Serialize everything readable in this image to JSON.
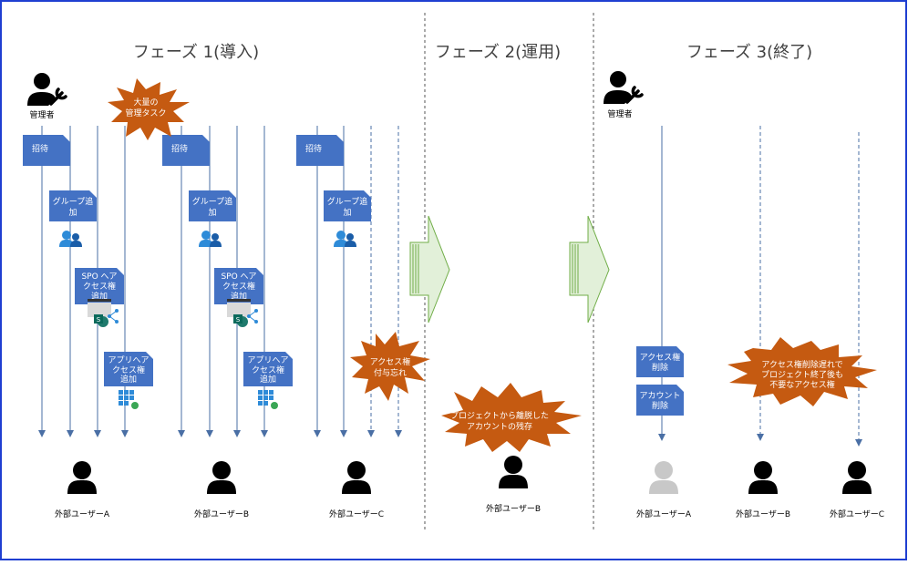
{
  "phases": [
    {
      "title": "フェーズ 1(導入)"
    },
    {
      "title": "フェーズ 2(運用)"
    },
    {
      "title": "フェーズ 3(終了)"
    }
  ],
  "admin_label": "管理者",
  "tags": {
    "invite": "招待",
    "group_add": [
      "グループ追",
      "加"
    ],
    "spo": [
      "SPO へア",
      "クセス権",
      "追加"
    ],
    "app": [
      "アプリへア",
      "クセス権",
      "追加"
    ],
    "access_delete": [
      "アクセス権",
      "削除"
    ],
    "account_delete": [
      "アカウント",
      "削除"
    ]
  },
  "bursts": {
    "mass_tasks": [
      "大量の",
      "管理タスク"
    ],
    "forgot_grant": [
      "アクセス権",
      "付与忘れ"
    ],
    "leftover_account": [
      "プロジェクトから離脱した",
      "アカウントの残存"
    ],
    "leftover_access": [
      "アクセス権削除遅れで",
      "プロジェクト終了後も",
      "不要なアクセス権"
    ]
  },
  "users": {
    "a": "外部ユーザーA",
    "b": "外部ユーザーB",
    "c": "外部ユーザーC"
  },
  "colors": {
    "tag": "#4472c4",
    "line": "#4a6fa5",
    "burst": "#c55a11",
    "arrow_fill": "#e2f0d9",
    "arrow_stroke": "#70ad47",
    "frame": "#1f3fd1",
    "person": "#000000",
    "person_removed": "#c8c8c8"
  }
}
